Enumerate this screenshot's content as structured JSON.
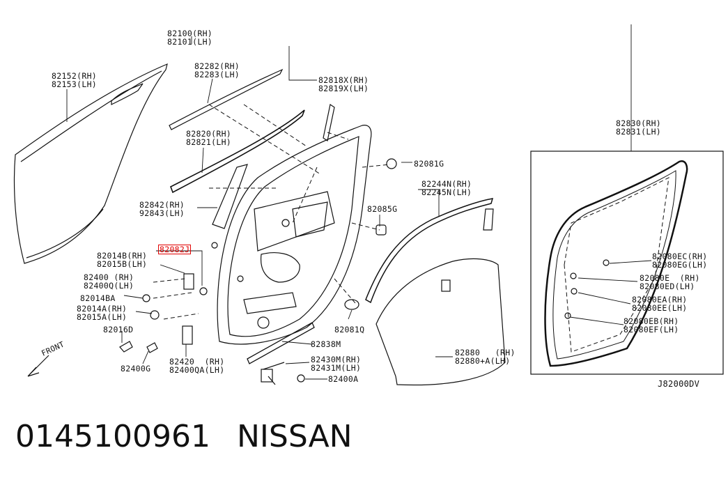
{
  "diagram_code": "J82000DV",
  "part_number": "0145100961",
  "brand": "NISSAN",
  "front_label": "FRONT",
  "highlight_color": "#e10000",
  "labels": {
    "l82100": "82100(RH)\n82101(LH)",
    "l82152": "82152(RH)\n82153(LH)",
    "l82282": "82282(RH)\n82283(LH)",
    "l82818": "82818X(RH)\n82819X(LH)",
    "l82820": "82820(RH)\n82821(LH)",
    "l82081g": "82081G",
    "l82830": "82830(RH)\n82831(LH)",
    "l82244": "82244N(RH)\n82245N(LH)",
    "l82842": "82842(RH)\n92843(LH)",
    "l82085g": "82085G",
    "l82014b": "82014B(RH)\n82015B(LH)",
    "l82082": "82082J",
    "l82400": "82400 (RH)\n82400Q(LH)",
    "l82014ba": "82014BA",
    "l82014a": "82014A(RH)\n82015A(LH)",
    "l82016d": "82016D",
    "l82400g": "82400G",
    "l82420": "82420  (RH)\n82400QA(LH)",
    "l82081q": "82081Q",
    "l82838m": "82838M",
    "l82430": "82430M(RH)\n82431M(LH)",
    "l82400a": "82400A",
    "l82880": "82880   (RH)\n82880+A(LH)",
    "l82080ec": "82080EC(RH)\n82080EG(LH)",
    "l82080e": "82080E  (RH)\n82080ED(LH)",
    "l82080ea": "82080EA(RH)\n82080EE(LH)",
    "l82080eb": "82080EB(RH)\n82080EF(LH)"
  }
}
